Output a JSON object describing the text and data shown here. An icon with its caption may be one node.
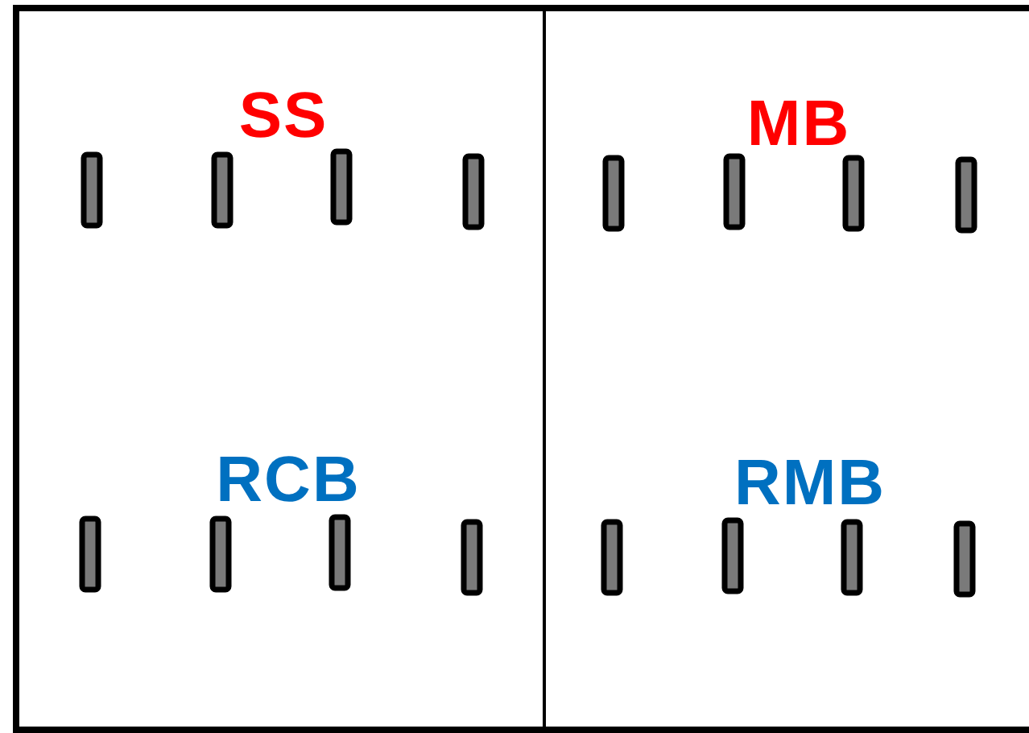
{
  "diagram": {
    "labels": [
      "SS",
      "MB",
      "RCB",
      "RMB"
    ]
  }
}
